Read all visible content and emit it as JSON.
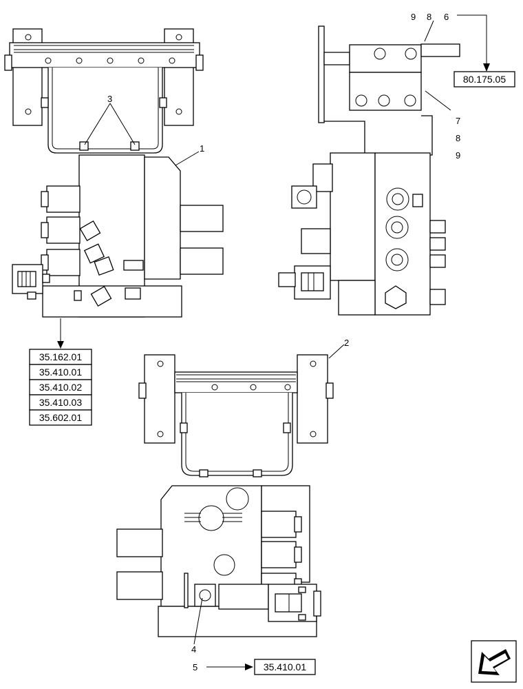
{
  "callouts": {
    "c1": "1",
    "c2": "2",
    "c3": "3",
    "c4": "4",
    "c5": "5",
    "c6": "6",
    "c7": "7",
    "c8a": "8",
    "c8b": "8",
    "c9a": "9",
    "c9b": "9"
  },
  "refs": {
    "r80": "80.175.05",
    "r35162": "35.162.01",
    "r354101": "35.410.01",
    "r354102": "35.410.02",
    "r354103": "35.410.03",
    "r35602": "35.602.01",
    "r35410b": "35.410.01"
  },
  "icons": {
    "nav": "arrow-icon"
  },
  "colors": {
    "line": "#000000",
    "background": "#ffffff"
  }
}
